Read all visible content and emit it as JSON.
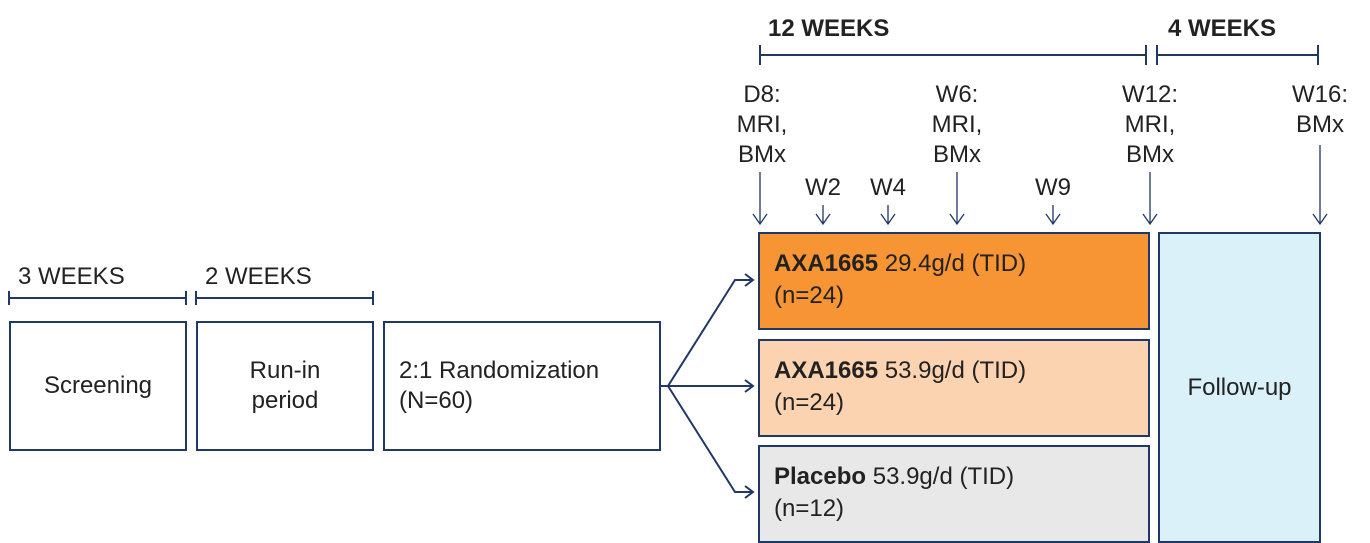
{
  "durations": {
    "screening": "3 WEEKS",
    "runin": "2 WEEKS",
    "treatment": "12 WEEKS",
    "followup": "4 WEEKS"
  },
  "boxes": {
    "screening": "Screening",
    "runin_line1": "Run-in",
    "runin_line2": "period",
    "random_line1": "2:1 Randomization",
    "random_line2": "(N=60)",
    "followup": "Follow-up"
  },
  "arms": [
    {
      "drug": "AXA1665",
      "dose": " 29.4g/d (TID)",
      "n": "(n=24)",
      "color": "#f79433"
    },
    {
      "drug": "AXA1665",
      "dose": " 53.9g/d (TID)",
      "n": "(n=24)",
      "color": "#fcd3b0"
    },
    {
      "drug": "Placebo",
      "dose": " 53.9g/d (TID)",
      "n": "(n=12)",
      "color": "#e8e8e8"
    }
  ],
  "timepoints": {
    "d8": [
      "D8:",
      "MRI,",
      "BMx"
    ],
    "w2": "W2",
    "w4": "W4",
    "w6": [
      "W6:",
      "MRI,",
      "BMx"
    ],
    "w9": "W9",
    "w12": [
      "W12:",
      "MRI,",
      "BMx"
    ],
    "w16": [
      "W16:",
      "BMx"
    ]
  },
  "colors": {
    "line": "#1f3864",
    "followup": "#dbf1fa"
  }
}
